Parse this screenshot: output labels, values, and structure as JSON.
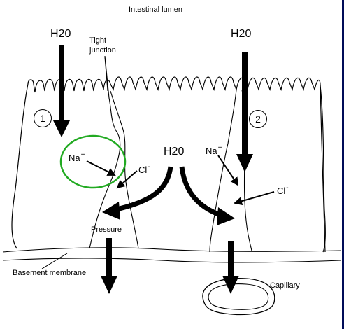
{
  "labels": {
    "title": "Intestinal lumen",
    "water_left": "H20",
    "water_right": "H20",
    "water_center": "H20",
    "tight_junction_line1": "Tight",
    "tight_junction_line2": "junction",
    "step1": "1",
    "step2": "2",
    "sodium_left": "Na",
    "sodium_right": "Na",
    "sodium_charge": "+",
    "chloride_left": "Cl",
    "chloride_right": "Cl",
    "chloride_charge": "-",
    "pressure": "Pressure",
    "basement_membrane": "Basement membrane",
    "capillary": "Capillary"
  },
  "colors": {
    "highlight_circle": "#22aa22",
    "ink": "#000000",
    "frame_edge": "#000c58"
  }
}
